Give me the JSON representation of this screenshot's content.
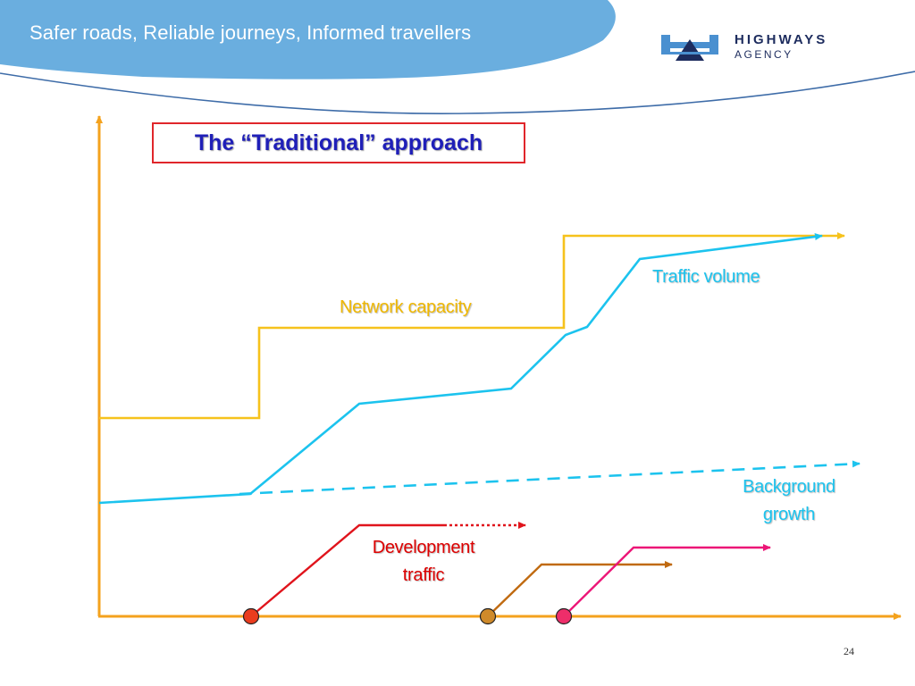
{
  "header": {
    "tagline": "Safer roads, Reliable journeys, Informed travellers",
    "band_color": "#6aaedf",
    "line_color": "#3e6ca8"
  },
  "logo": {
    "word1": "HIGHWAYS",
    "word2": "AGENCY",
    "icon": "highways-agency-logo-icon",
    "colors": {
      "light": "#4a90d0",
      "dark": "#1d2c5e"
    }
  },
  "slide": {
    "title": "The “Traditional” approach",
    "title_color": "#1f1fb8",
    "border_color": "#e0262b",
    "page_number": "24"
  },
  "diagram": {
    "labels": {
      "network_capacity": "Network capacity",
      "traffic_volume": "Traffic volume",
      "background_growth_line1": "Background",
      "background_growth_line2": "growth",
      "development_traffic_line1": "Development",
      "development_traffic_line2": "traffic"
    },
    "colors": {
      "axes": "#f4a21d",
      "network_capacity": "#f6c21c",
      "traffic_volume": "#1cc3ee",
      "background_growth": "#1cc3ee",
      "development_traffic": "#e0141c",
      "development_2": "#c06a10",
      "development_3": "#ec1677",
      "label_network_capacity": "#f0b800",
      "label_traffic_volume": "#1cc3ee",
      "label_background_growth": "#1cc3ee",
      "label_development_traffic": "#dd0000"
    }
  }
}
